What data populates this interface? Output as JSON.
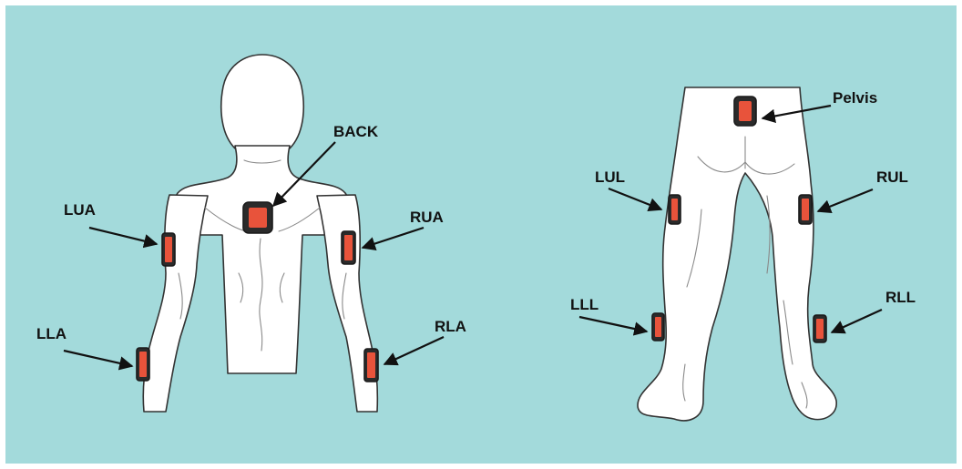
{
  "colors": {
    "background": "#a3dadb",
    "sensor_fill": "#e8533b",
    "sensor_border": "#2b2b2b",
    "body_fill": "#ffffff"
  },
  "front": {
    "labels": {
      "back": "BACK",
      "lua": "LUA",
      "rua": "RUA",
      "lla": "LLA",
      "rla": "RLA"
    }
  },
  "legs": {
    "labels": {
      "pelvis": "Pelvis",
      "lul": "LUL",
      "rul": "RUL",
      "lll": "LLL",
      "rll": "RLL"
    }
  }
}
